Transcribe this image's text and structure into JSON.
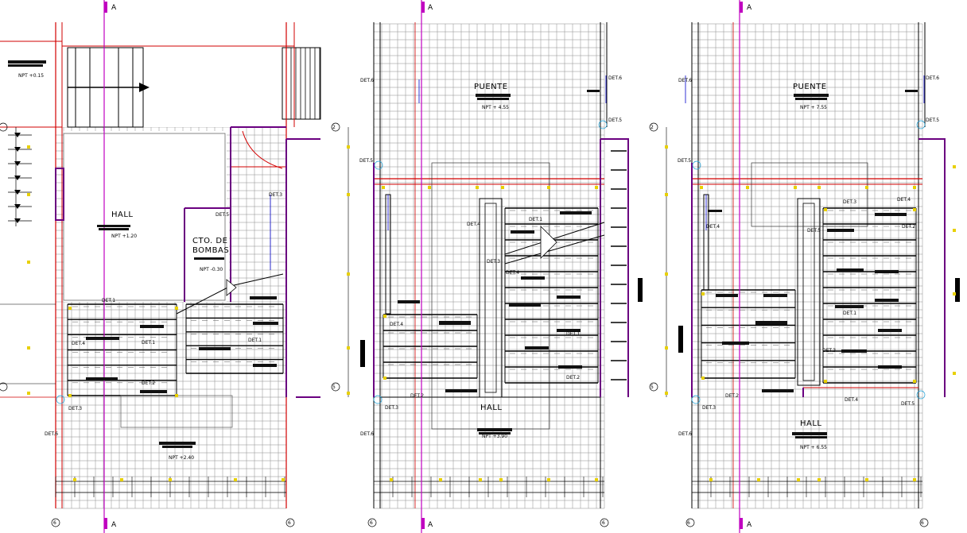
{
  "section_marker": "A",
  "axis_labels": {
    "top": "2",
    "middle": "6",
    "bottom": "5"
  },
  "detail_labels": [
    "DET.1",
    "DET.2",
    "DET.3",
    "DET.4",
    "DET.5",
    "DET.6"
  ],
  "colors": {
    "wall_red": "#d20000",
    "magenta": "#c000c0",
    "purple": "#6a0080",
    "blue": "#0000cc",
    "yellow": "#e8d000",
    "grid": "#8c8c8c",
    "ink": "#111111"
  },
  "plans": [
    {
      "id": "plan-1",
      "rooms": [
        {
          "name": "HALL",
          "level": "NPT +1.20"
        },
        {
          "name": "CTO. DE",
          "name2": "BOMBAS",
          "level": "NPT -0.30"
        },
        {
          "name": "",
          "level": "NPT +2.40"
        }
      ],
      "extra_level": "NPT +0.15"
    },
    {
      "id": "plan-2",
      "rooms": [
        {
          "name": "PUENTE",
          "level": "NPT + 4.55"
        },
        {
          "name": "HALL",
          "level": "NPT +3.90"
        }
      ]
    },
    {
      "id": "plan-3",
      "rooms": [
        {
          "name": "PUENTE",
          "level": "NPT + 7.55"
        },
        {
          "name": "HALL",
          "level": "NPT + 6.55"
        }
      ]
    }
  ]
}
